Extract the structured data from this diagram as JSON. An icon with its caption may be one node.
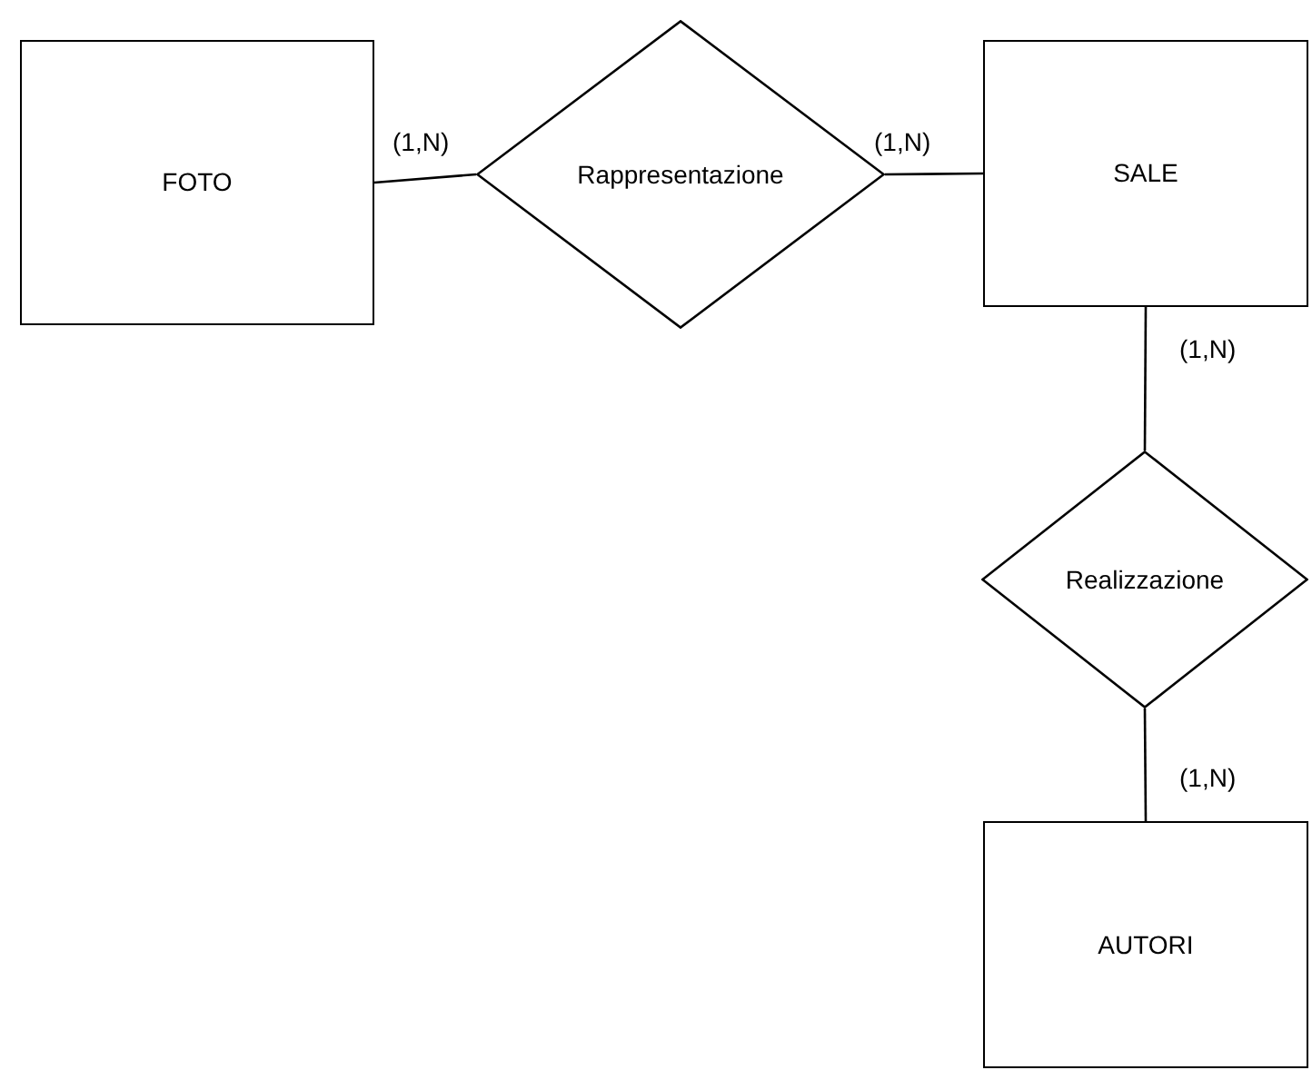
{
  "diagram": {
    "nodes": [
      {
        "text": [
          "FOTO"
        ]
      },
      {
        "text": [
          "Rappresentazione"
        ]
      },
      {
        "text": [
          "SALE"
        ]
      },
      {
        "text": [
          "Realizzazione"
        ]
      },
      {
        "text": [
          "AUTORI"
        ]
      }
    ],
    "edges": [
      {
        "from": 0,
        "to": 1,
        "arrow": "none",
        "label": "(1,N)"
      },
      {
        "from": 1,
        "to": 2,
        "arrow": "none",
        "label": "(1,N)"
      },
      {
        "from": 2,
        "to": 3,
        "arrow": "none",
        "label": "(1,N)"
      },
      {
        "from": 3,
        "to": 4,
        "arrow": "none",
        "label": "(1,N)"
      }
    ]
  }
}
